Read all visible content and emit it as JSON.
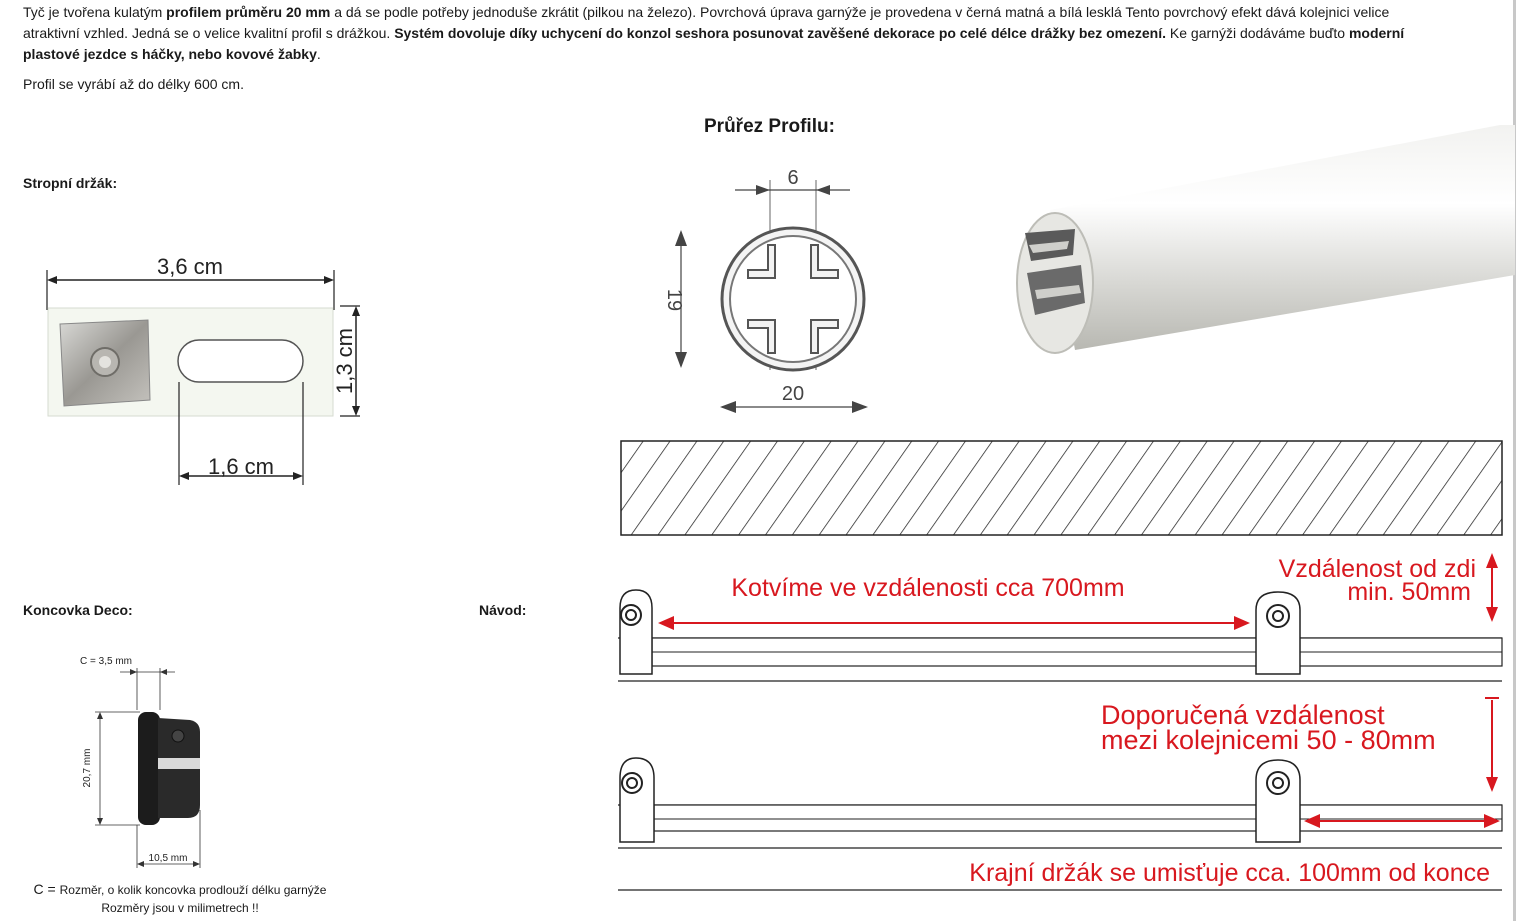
{
  "intro": {
    "t1": "Tyč je tvořena kulatým ",
    "b1": "profilem průměru 20 mm",
    "t2": " a dá se podle potřeby jednoduše zkrátit (pilkou na železo). Povrchová úprava garnýže je provedena v černá matná a bílá lesklá Tento povrchový efekt dává kolejnici velice atraktivní vzhled. Jedná se o velice kvalitní profil s drážkou. ",
    "b2": "Systém dovoluje díky uchycení do konzol seshora posunovat zavěšené dekorace po celé délce drážky bez omezení.",
    "t3": " Ke garnýži dodáváme buďto ",
    "b3": "moderní plastové jezdce s háčky, nebo kovové žabky",
    "t4": "."
  },
  "profile_length": "Profil se vyrábí až do délky 600 cm.",
  "labels": {
    "ceiling_holder": "Stropní držák:",
    "end_cap": "Koncovka Deco:",
    "guide": "Návod:",
    "cross_section": "Průřez Profilu:"
  },
  "holder_dims": {
    "width": "3,6 cm",
    "height": "1,3 cm",
    "slot": "1,6 cm"
  },
  "section_dims": {
    "groove": "6",
    "height": "19",
    "diameter": "20"
  },
  "endcap_dims": {
    "c": "C = 3,5 mm",
    "height": "20,7 mm",
    "depth": "10,5 mm"
  },
  "endcap_note": {
    "prefix": "C = ",
    "line1": "Rozměr, o kolik koncovka prodlouží délku garnýže",
    "line2": "Rozměry jsou v milimetrech !!"
  },
  "guide_texts": {
    "anchor": "Kotvíme ve vzdálenosti cca 700mm",
    "wall1": "Vzdálenost od zdi",
    "wall2": "min. 50mm",
    "rec1": "Doporučená vzdálenost",
    "rec2": "mezi kolejnicemi 50 - 80mm",
    "edge": "Krajní držák se umisťuje cca. 100mm od konce"
  },
  "colors": {
    "annotation": "#d8181f",
    "line": "#222222"
  }
}
